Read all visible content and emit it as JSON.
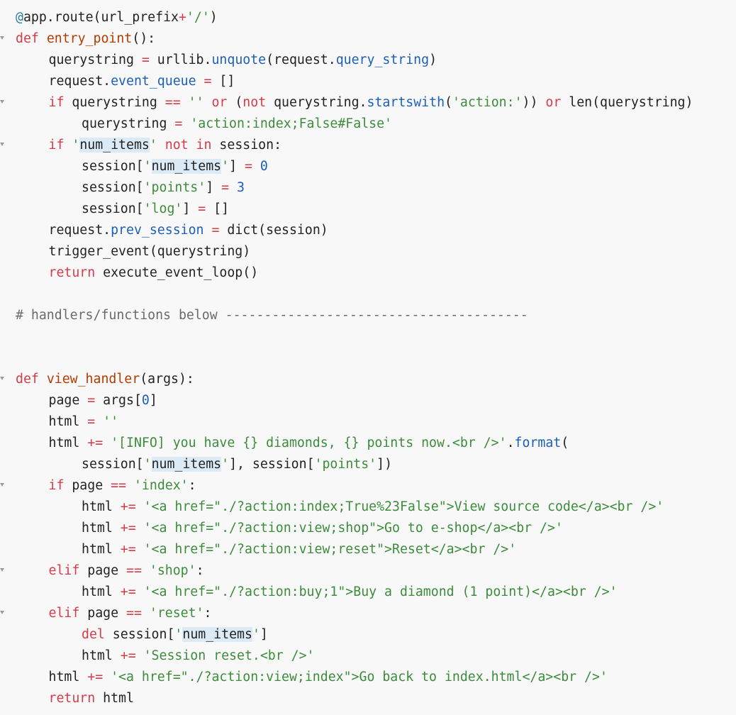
{
  "editor": {
    "lines": [
      {
        "fold": false,
        "indent": 0,
        "tokens": [
          [
            "dec",
            "@"
          ],
          [
            "",
            "app."
          ],
          [
            "",
            "route(url_prefix"
          ],
          [
            "op",
            "+"
          ],
          [
            "str",
            "'/'"
          ],
          [
            "",
            ")"
          ]
        ]
      },
      {
        "fold": true,
        "indent": 0,
        "tokens": [
          [
            "kw",
            "def"
          ],
          [
            "",
            " "
          ],
          [
            "fn",
            "entry_point"
          ],
          [
            "",
            "():"
          ]
        ]
      },
      {
        "fold": false,
        "indent": 1,
        "tokens": [
          [
            "",
            "querystring "
          ],
          [
            "op",
            "="
          ],
          [
            "",
            " urllib."
          ],
          [
            "attr",
            "unquote"
          ],
          [
            "",
            "(request."
          ],
          [
            "attr",
            "query_string"
          ],
          [
            "",
            ")"
          ]
        ]
      },
      {
        "fold": false,
        "indent": 1,
        "tokens": [
          [
            "",
            "request."
          ],
          [
            "attr",
            "event_queue"
          ],
          [
            "",
            " "
          ],
          [
            "op",
            "="
          ],
          [
            "",
            " []"
          ]
        ]
      },
      {
        "fold": true,
        "indent": 1,
        "tokens": [
          [
            "kw",
            "if"
          ],
          [
            "",
            " querystring "
          ],
          [
            "op",
            "=="
          ],
          [
            "",
            " "
          ],
          [
            "str",
            "''"
          ],
          [
            "",
            " "
          ],
          [
            "kw",
            "or"
          ],
          [
            "",
            " ("
          ],
          [
            "kw",
            "not"
          ],
          [
            "",
            " querystring."
          ],
          [
            "attr",
            "startswith"
          ],
          [
            "",
            "("
          ],
          [
            "str",
            "'action:'"
          ],
          [
            "",
            "))"
          ],
          [
            "",
            " "
          ],
          [
            "kw",
            "or"
          ],
          [
            "",
            " len(querystring)"
          ]
        ]
      },
      {
        "fold": false,
        "indent": 2,
        "tokens": [
          [
            "",
            "querystring "
          ],
          [
            "op",
            "="
          ],
          [
            "",
            " "
          ],
          [
            "str",
            "'action:index;False#False'"
          ]
        ]
      },
      {
        "fold": true,
        "indent": 1,
        "tokens": [
          [
            "kw",
            "if"
          ],
          [
            "",
            " "
          ],
          [
            "str",
            "'"
          ],
          [
            "hl",
            "num_items"
          ],
          [
            "str",
            "'"
          ],
          [
            "",
            " "
          ],
          [
            "kw",
            "not in"
          ],
          [
            "",
            " session:"
          ]
        ]
      },
      {
        "fold": false,
        "indent": 2,
        "tokens": [
          [
            "",
            "session["
          ],
          [
            "str",
            "'"
          ],
          [
            "hl",
            "num_items"
          ],
          [
            "str",
            "'"
          ],
          [
            "",
            "] "
          ],
          [
            "op",
            "="
          ],
          [
            "",
            " "
          ],
          [
            "num",
            "0"
          ]
        ]
      },
      {
        "fold": false,
        "indent": 2,
        "tokens": [
          [
            "",
            "session["
          ],
          [
            "str",
            "'points'"
          ],
          [
            "",
            "] "
          ],
          [
            "op",
            "="
          ],
          [
            "",
            " "
          ],
          [
            "num",
            "3"
          ]
        ]
      },
      {
        "fold": false,
        "indent": 2,
        "tokens": [
          [
            "",
            "session["
          ],
          [
            "str",
            "'log'"
          ],
          [
            "",
            "] "
          ],
          [
            "op",
            "="
          ],
          [
            "",
            " []"
          ]
        ]
      },
      {
        "fold": false,
        "indent": 1,
        "tokens": [
          [
            "",
            "request."
          ],
          [
            "attr",
            "prev_session"
          ],
          [
            "",
            " "
          ],
          [
            "op",
            "="
          ],
          [
            "",
            " dict(session)"
          ]
        ]
      },
      {
        "fold": false,
        "indent": 1,
        "tokens": [
          [
            "",
            "trigger_event(querystring)"
          ]
        ]
      },
      {
        "fold": false,
        "indent": 1,
        "tokens": [
          [
            "kw",
            "return"
          ],
          [
            "",
            " execute_event_loop()"
          ]
        ]
      },
      {
        "fold": false,
        "indent": 0,
        "tokens": []
      },
      {
        "fold": false,
        "indent": 0,
        "tokens": [
          [
            "cm",
            "# handlers/functions below ---------------------------------------"
          ]
        ]
      },
      {
        "fold": false,
        "indent": 0,
        "tokens": []
      },
      {
        "fold": false,
        "indent": 0,
        "tokens": []
      },
      {
        "fold": true,
        "indent": 0,
        "tokens": [
          [
            "kw",
            "def"
          ],
          [
            "",
            " "
          ],
          [
            "fn",
            "view_handler"
          ],
          [
            "",
            "(args):"
          ]
        ]
      },
      {
        "fold": false,
        "indent": 1,
        "tokens": [
          [
            "",
            "page "
          ],
          [
            "op",
            "="
          ],
          [
            "",
            " args["
          ],
          [
            "num",
            "0"
          ],
          [
            "",
            "]"
          ]
        ]
      },
      {
        "fold": false,
        "indent": 1,
        "tokens": [
          [
            "",
            "html "
          ],
          [
            "op",
            "="
          ],
          [
            "",
            " "
          ],
          [
            "str",
            "''"
          ]
        ]
      },
      {
        "fold": false,
        "indent": 1,
        "tokens": [
          [
            "",
            "html "
          ],
          [
            "op",
            "+="
          ],
          [
            "",
            " "
          ],
          [
            "str",
            "'[INFO] you have {} diamonds, {} points now.<br />'"
          ],
          [
            "",
            "."
          ],
          [
            "attr",
            "format"
          ],
          [
            "",
            "("
          ]
        ]
      },
      {
        "fold": false,
        "indent": 2,
        "tokens": [
          [
            "",
            "session["
          ],
          [
            "str",
            "'"
          ],
          [
            "hl",
            "num_items"
          ],
          [
            "str",
            "'"
          ],
          [
            "",
            "], session["
          ],
          [
            "str",
            "'points'"
          ],
          [
            "",
            "])"
          ]
        ]
      },
      {
        "fold": true,
        "indent": 1,
        "tokens": [
          [
            "kw",
            "if"
          ],
          [
            "",
            " page "
          ],
          [
            "op",
            "=="
          ],
          [
            "",
            " "
          ],
          [
            "str",
            "'index'"
          ],
          [
            "",
            ":"
          ]
        ]
      },
      {
        "fold": false,
        "indent": 2,
        "tokens": [
          [
            "",
            "html "
          ],
          [
            "op",
            "+="
          ],
          [
            "",
            " "
          ],
          [
            "str",
            "'<a href=\"./?action:index;True%23False\">View source code</a><br />'"
          ]
        ]
      },
      {
        "fold": false,
        "indent": 2,
        "tokens": [
          [
            "",
            "html "
          ],
          [
            "op",
            "+="
          ],
          [
            "",
            " "
          ],
          [
            "str",
            "'<a href=\"./?action:view;shop\">Go to e-shop</a><br />'"
          ]
        ]
      },
      {
        "fold": false,
        "indent": 2,
        "tokens": [
          [
            "",
            "html "
          ],
          [
            "op",
            "+="
          ],
          [
            "",
            " "
          ],
          [
            "str",
            "'<a href=\"./?action:view;reset\">Reset</a><br />'"
          ]
        ]
      },
      {
        "fold": true,
        "indent": 1,
        "tokens": [
          [
            "kw",
            "elif"
          ],
          [
            "",
            " page "
          ],
          [
            "op",
            "=="
          ],
          [
            "",
            " "
          ],
          [
            "str",
            "'shop'"
          ],
          [
            "",
            ":"
          ]
        ]
      },
      {
        "fold": false,
        "indent": 2,
        "tokens": [
          [
            "",
            "html "
          ],
          [
            "op",
            "+="
          ],
          [
            "",
            " "
          ],
          [
            "str",
            "'<a href=\"./?action:buy;1\">Buy a diamond (1 point)</a><br />'"
          ]
        ]
      },
      {
        "fold": true,
        "indent": 1,
        "tokens": [
          [
            "kw",
            "elif"
          ],
          [
            "",
            " page "
          ],
          [
            "op",
            "=="
          ],
          [
            "",
            " "
          ],
          [
            "str",
            "'reset'"
          ],
          [
            "",
            ":"
          ]
        ]
      },
      {
        "fold": false,
        "indent": 2,
        "tokens": [
          [
            "kw",
            "del"
          ],
          [
            "",
            " session["
          ],
          [
            "str",
            "'"
          ],
          [
            "hl",
            "num_items"
          ],
          [
            "str",
            "'"
          ],
          [
            "",
            "]"
          ]
        ]
      },
      {
        "fold": false,
        "indent": 2,
        "tokens": [
          [
            "",
            "html "
          ],
          [
            "op",
            "+="
          ],
          [
            "",
            " "
          ],
          [
            "str",
            "'Session reset.<br />'"
          ]
        ]
      },
      {
        "fold": false,
        "indent": 1,
        "tokens": [
          [
            "",
            "html "
          ],
          [
            "op",
            "+="
          ],
          [
            "",
            " "
          ],
          [
            "str",
            "'<a href=\"./?action:view;index\">Go back to index.html</a><br />'"
          ]
        ]
      },
      {
        "fold": false,
        "indent": 1,
        "tokens": [
          [
            "kw",
            "return"
          ],
          [
            "",
            " html"
          ]
        ]
      }
    ]
  }
}
